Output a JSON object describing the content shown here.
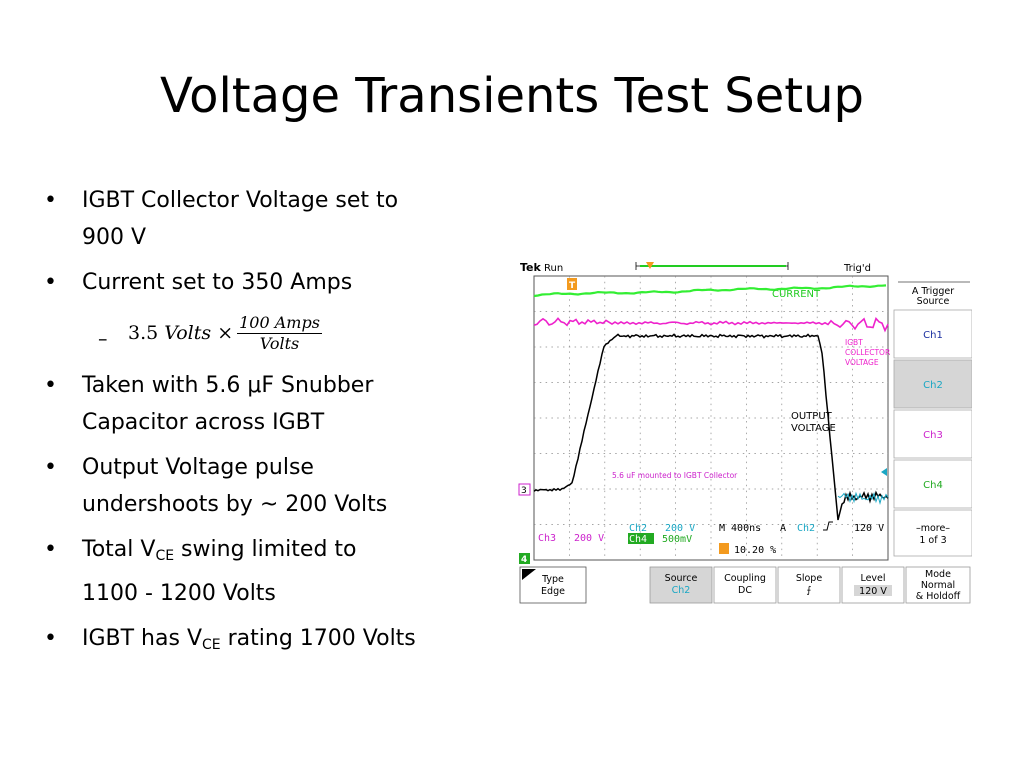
{
  "slide": {
    "title": "Voltage Transients Test Setup",
    "bullets": [
      {
        "line1": "IGBT Collector Voltage set to",
        "line2": "900 V"
      },
      {
        "line1": "Current set to 350 Amps"
      },
      {
        "line1": "Taken with 5.6 μF Snubber",
        "line2": "Capacitor across IGBT"
      },
      {
        "line1": "Output Voltage pulse",
        "line2": "undershoots by ~ 200 Volts"
      },
      {
        "pre": "Total V",
        "sub": "CE",
        "post": " swing limited to",
        "line2": "1100 - 1200 Volts"
      },
      {
        "pre": "IGBT has V",
        "sub": "CE",
        "post": " rating 1700 Volts"
      }
    ],
    "equation": {
      "dash": "–",
      "coef": "3.5",
      "unit": "Volts",
      "times": "×",
      "num": "100 Amps",
      "den": "Volts"
    }
  },
  "scope": {
    "brand": "Tek",
    "run": "Run",
    "trig_status": "Trig'd",
    "trace_labels": {
      "current": "CURRENT",
      "igbt1": "IGBT",
      "igbt2": "COLLECTOR",
      "igbt3": "VOLTAGE",
      "out1": "OUTPUT",
      "out2": "VOLTAGE",
      "note": "5.6 uF mounted to IGBT Collector"
    },
    "markers": {
      "ch3": "3",
      "ch4": "4",
      "trig": "T"
    },
    "status": {
      "ch3_label": "Ch3",
      "ch3_scale": "200 V",
      "ch2_label": "Ch2",
      "ch2_scale": "200 V",
      "ch4_label": "Ch4",
      "ch4_scale": "500mV",
      "timebase": "M 400ns",
      "trig_mode": "A",
      "trig_src": "Ch2",
      "trig_level": "120 V",
      "position": "10.20 %"
    },
    "side_menu": {
      "title1": "A Trigger",
      "title2": "Source",
      "items": [
        "Ch1",
        "Ch2",
        "Ch3",
        "Ch4"
      ],
      "more1": "–more–",
      "more2": "1 of 3"
    },
    "bottom_menu": [
      {
        "l1": "Type",
        "l2": "Edge"
      },
      {
        "l1": "Source",
        "l2": "Ch2"
      },
      {
        "l1": "Coupling",
        "l2": "DC"
      },
      {
        "l1": "Slope",
        "l2": "⨍"
      },
      {
        "l1": "Level",
        "l2": "120 V"
      },
      {
        "l1": "Mode",
        "l2": "Normal",
        "l3": "& Holdoff"
      }
    ]
  }
}
